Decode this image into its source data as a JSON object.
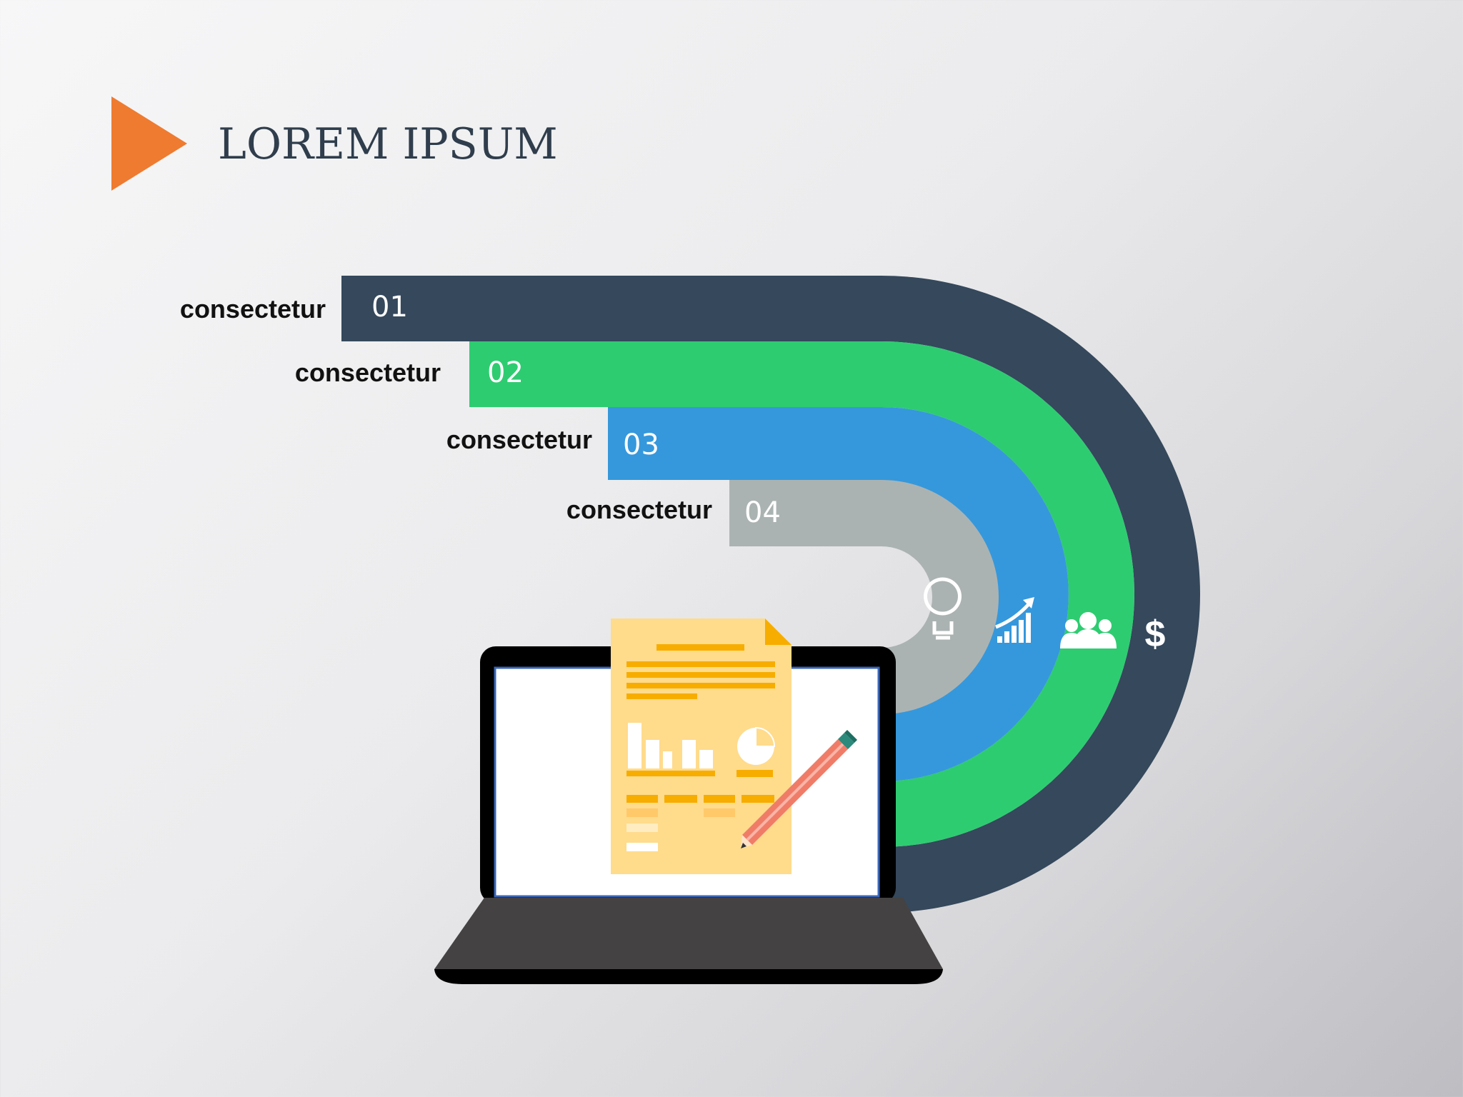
{
  "title": "LOREM IPSUM",
  "steps": [
    {
      "number": "01",
      "label": "consectetur",
      "color": "#35485c",
      "icon": "dollar-icon",
      "icon_text": "$"
    },
    {
      "number": "02",
      "label": "consectetur",
      "color": "#2ecc71",
      "icon": "people-icon"
    },
    {
      "number": "03",
      "label": "consectetur",
      "color": "#3598dc",
      "icon": "growth-chart-icon"
    },
    {
      "number": "04",
      "label": "consectetur",
      "color": "#abb3b2",
      "icon": "lightbulb-icon"
    }
  ],
  "colors": {
    "accent": "#ee7b30",
    "title": "#2f3d4c",
    "document": "#ffdb8c",
    "document_lines": "#f7ad00",
    "laptop_body": "#444243",
    "laptop_screen_frame": "#000000"
  }
}
